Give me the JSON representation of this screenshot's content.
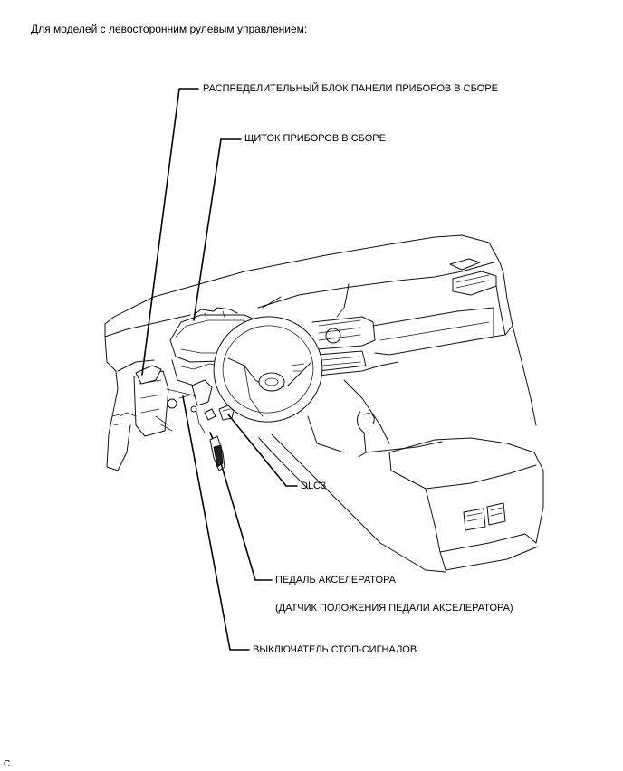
{
  "heading": "Для моделей с левосторонним рулевым управлением:",
  "callouts": {
    "junction_block": "РАСПРЕДЕЛИТЕЛЬНЫЙ БЛОК ПАНЕЛИ ПРИБОРОВ В СБОРЕ",
    "meter": "ЩИТОК ПРИБОРОВ В СБОРЕ",
    "dlc3": "DLC3",
    "accel_pedal": "ПЕДАЛЬ АКСЕЛЕРАТОРА",
    "accel_sensor": "(ДАТЧИК ПОЛОЖЕНИЯ ПЕДАЛИ АКСЕЛЕРАТОРА)",
    "stop_switch": "ВЫКЛЮЧАТЕЛЬ СТОП-СИГНАЛОВ"
  },
  "corner_mark": "C"
}
